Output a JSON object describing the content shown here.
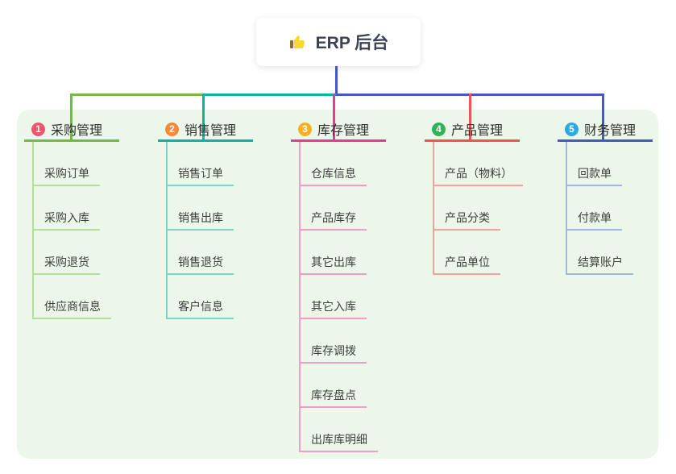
{
  "root": {
    "title": "ERP 后台",
    "icon": "thumbs-up-icon"
  },
  "branches": [
    {
      "number": "1",
      "title": "采购管理",
      "badge_color": "#f0566a",
      "line_color": "#76ba43",
      "light_color": "#b7dc9d",
      "children": [
        "采购订单",
        "采购入库",
        "采购退货",
        "供应商信息"
      ]
    },
    {
      "number": "2",
      "title": "销售管理",
      "badge_color": "#f9883b",
      "line_color": "#0ab3a3",
      "light_color": "#7fd4c9",
      "children": [
        "销售订单",
        "销售出库",
        "销售退货",
        "客户信息"
      ]
    },
    {
      "number": "3",
      "title": "库存管理",
      "badge_color": "#f8b11c",
      "line_color": "#e73a90",
      "light_color": "#f49cc6",
      "children": [
        "仓库信息",
        "产品库存",
        "其它出库",
        "其它入库",
        "库存调拨",
        "库存盘点",
        "出库库明细"
      ]
    },
    {
      "number": "4",
      "title": "产品管理",
      "badge_color": "#34b058",
      "line_color": "#f4534e",
      "light_color": "#f9a09b",
      "children": [
        "产品（物料）",
        "产品分类",
        "产品单位"
      ]
    },
    {
      "number": "5",
      "title": "财务管理",
      "badge_color": "#2aa8e0",
      "line_color": "#4459c7",
      "light_color": "#a3b6e8",
      "children": [
        "回款单",
        "付款单",
        "结算账户"
      ]
    }
  ],
  "colors": {
    "canvas_bg": "#ffffff",
    "panel_bg": "#ebf7e8",
    "root_connector": "#4459c7"
  }
}
